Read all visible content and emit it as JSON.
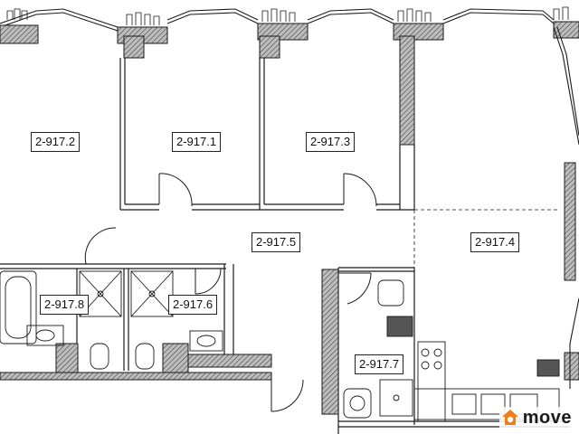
{
  "plan": {
    "rooms": {
      "r2": "2-917.2",
      "r1": "2-917.1",
      "r3": "2-917.3",
      "r5": "2-917.5",
      "r4": "2-917.4",
      "r8": "2-917.8",
      "r6": "2-917.6",
      "r7": "2-917.7"
    },
    "colors": {
      "wall": "#7a7a7a",
      "line": "#1a1a1a",
      "brand_accent": "#f07d1a"
    }
  },
  "brand": {
    "name": "move",
    "logo_icon": "house-logo-icon"
  }
}
